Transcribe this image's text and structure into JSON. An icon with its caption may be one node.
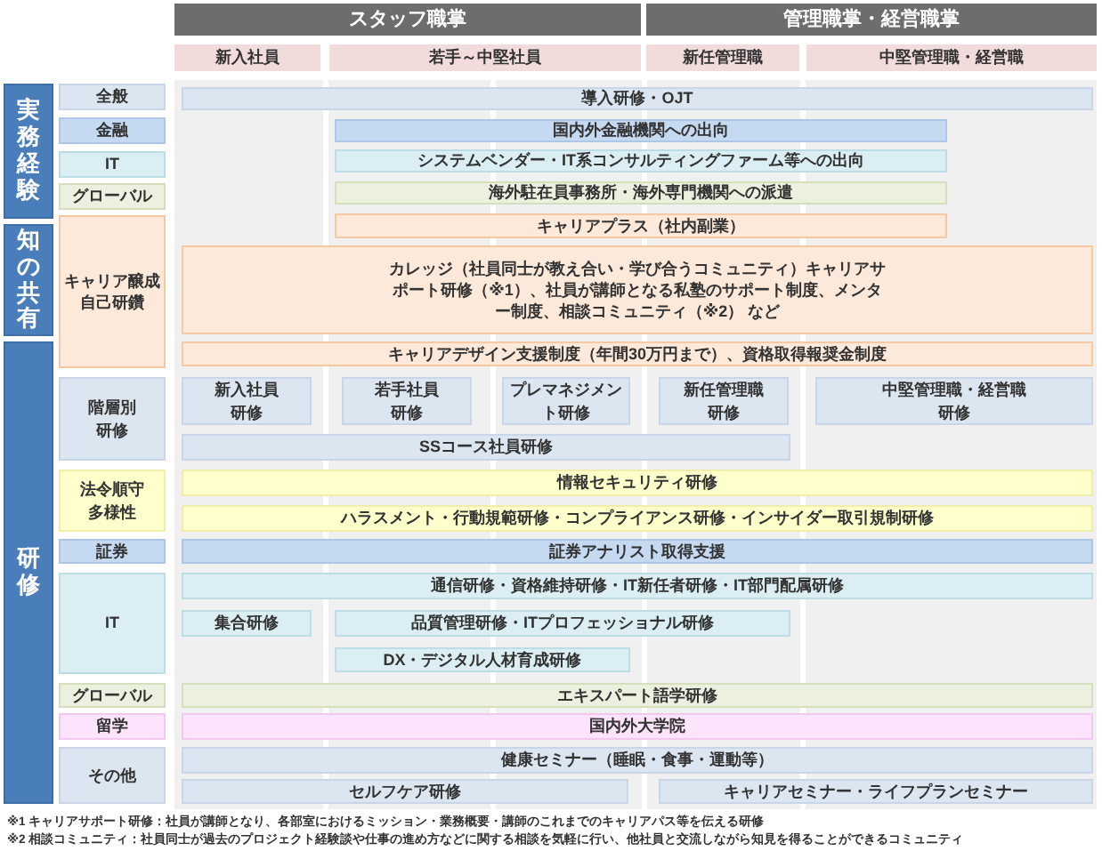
{
  "diagram": {
    "nodes": [
      {
        "text": [
          "スタッフ職掌"
        ]
      },
      {
        "text": [
          "管理職掌・経営職掌"
        ]
      },
      {
        "text": [
          "新入社員"
        ]
      },
      {
        "text": [
          "若手～中堅社員"
        ]
      },
      {
        "text": [
          "新任管理職"
        ]
      },
      {
        "text": [
          "中堅管理職・経営職"
        ]
      },
      {
        "text": [
          "実務経験"
        ]
      },
      {
        "text": [
          "全般"
        ]
      },
      {
        "text": [
          "導入研修・OJT"
        ]
      },
      {
        "text": [
          "金融"
        ]
      },
      {
        "text": [
          "国内外金融機関への出向"
        ]
      },
      {
        "text": [
          "IT"
        ]
      },
      {
        "text": [
          "システムベンダー・IT系コンサルティングファーム等への出向"
        ]
      },
      {
        "text": [
          "グローバル"
        ]
      },
      {
        "text": [
          "海外駐在員事務所・海外専門機関への派遣"
        ]
      },
      {
        "text": [
          "キャリアプラス（社内副業）"
        ]
      },
      {
        "text": [
          "知の共有"
        ]
      },
      {
        "text": [
          "キャリア醸成自己研鑽"
        ]
      },
      {
        "text": [
          "カレッジ（社員同士が教え合い・学び合うコミュニティ）キャリアサポート研修（※1）、社員が講師となる私塾のサポート制度、メンター制度、相談コミュニティ（※2） など"
        ]
      },
      {
        "text": [
          "研修"
        ]
      },
      {
        "text": [
          "キャリアデザイン支援制度（年間30万円まで）、資格取得報奨金制度"
        ]
      },
      {
        "text": [
          "階層別研修"
        ]
      },
      {
        "text": [
          "新入社員研修"
        ]
      },
      {
        "text": [
          "若手社員研修"
        ]
      },
      {
        "text": [
          "プレマネジメント研修"
        ]
      },
      {
        "text": [
          "新任管理職研修"
        ]
      },
      {
        "text": [
          "中堅管理職・経営職研修"
        ]
      },
      {
        "text": [
          "SSコース社員研修"
        ]
      },
      {
        "text": [
          "法令順守多様性"
        ]
      },
      {
        "text": [
          "情報セキュリティ研修"
        ]
      },
      {
        "text": [
          "ハラスメント・行動規範研修・コンプライアンス研修・インサイダー取引規制研修"
        ]
      },
      {
        "text": [
          "証券"
        ]
      },
      {
        "text": [
          "証券アナリスト取得支援"
        ]
      },
      {
        "text": [
          "IT"
        ]
      },
      {
        "text": [
          "通信研修・資格維持研修・IT新任者研修・IT部門配属研修"
        ]
      },
      {
        "text": [
          "集合研修"
        ]
      },
      {
        "text": [
          "品質管理研修・ITプロフェッショナル研修"
        ]
      },
      {
        "text": [
          "DX・デジタル人材育成研修"
        ]
      },
      {
        "text": [
          "グローバル"
        ]
      },
      {
        "text": [
          "エキスパート語学研修"
        ]
      },
      {
        "text": [
          "留学"
        ]
      },
      {
        "text": [
          "国内外大学院"
        ]
      },
      {
        "text": [
          "その他"
        ]
      },
      {
        "text": [
          "健康セミナー（睡眠・食事・運動等）"
        ]
      },
      {
        "text": [
          "セルフケア研修"
        ]
      },
      {
        "text": [
          "キャリアセミナー・ライフプランセミナー"
        ]
      }
    ],
    "labels": [
      "※1 キャリアサポート研修：社員が講師となり、各部室におけるミッション・業務概要・講師のこれまでのキャリアパス等を伝える研修",
      "※2 相談コミュニティ：社員同士が過去のプロジェクト経験談や仕事の進め方などに関する相談を気軽に行い、他社員と交流しながら知見を得ることができるコミュニティ"
    ]
  }
}
